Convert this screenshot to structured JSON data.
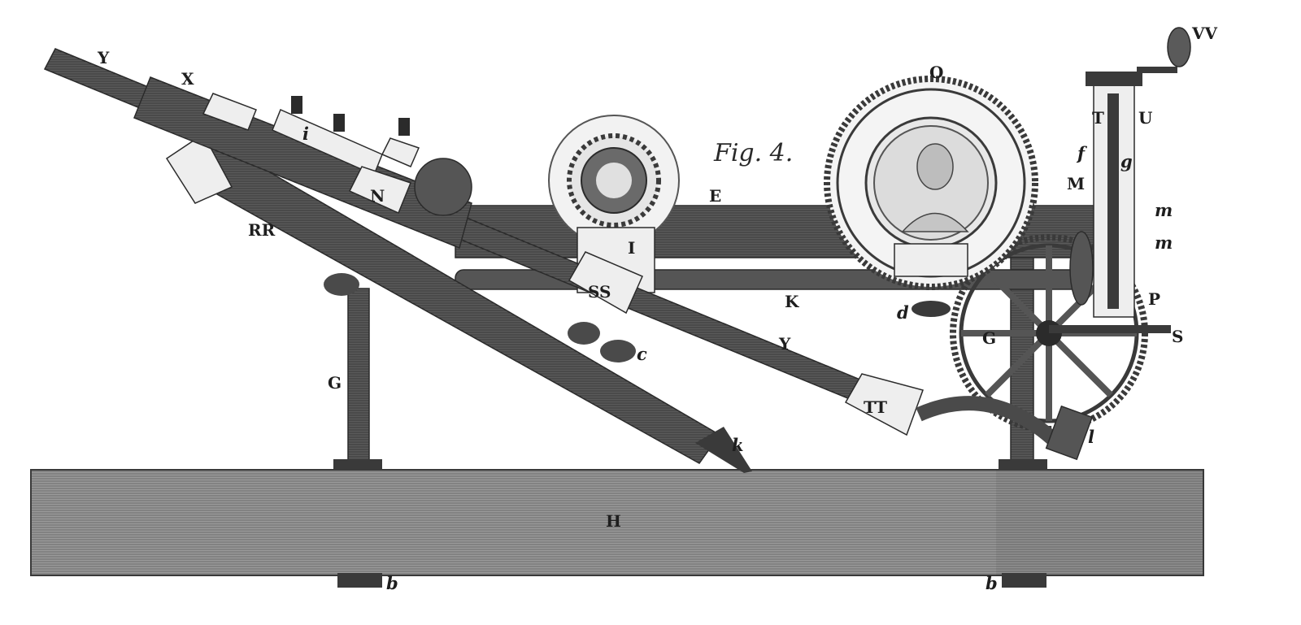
{
  "figure": {
    "caption": "Fig. 4.",
    "labels": {
      "Y_top": "Y",
      "X": "X",
      "i": "i",
      "N": "N",
      "RR": "RR",
      "G_left": "G",
      "SS": "SS",
      "c": "c",
      "I": "I",
      "E": "E",
      "K": "K",
      "Y_mid": "Y",
      "k": "k",
      "TT": "TT",
      "O": "O",
      "d": "d",
      "G_right": "G",
      "l": "l",
      "VV": "VV",
      "T": "T",
      "U": "U",
      "f": "f",
      "g": "g",
      "M": "M",
      "m_upper": "m",
      "m_lower": "m",
      "P": "P",
      "S": "S",
      "H": "H",
      "b_left": "b",
      "b_right": "b"
    }
  },
  "palette": {
    "ink": "#2b2b2b",
    "dark_wood": "#4a4a4a",
    "mid_wood": "#6b6b6b",
    "light_part": "#eeeeee",
    "base": "#8a8a8a"
  }
}
